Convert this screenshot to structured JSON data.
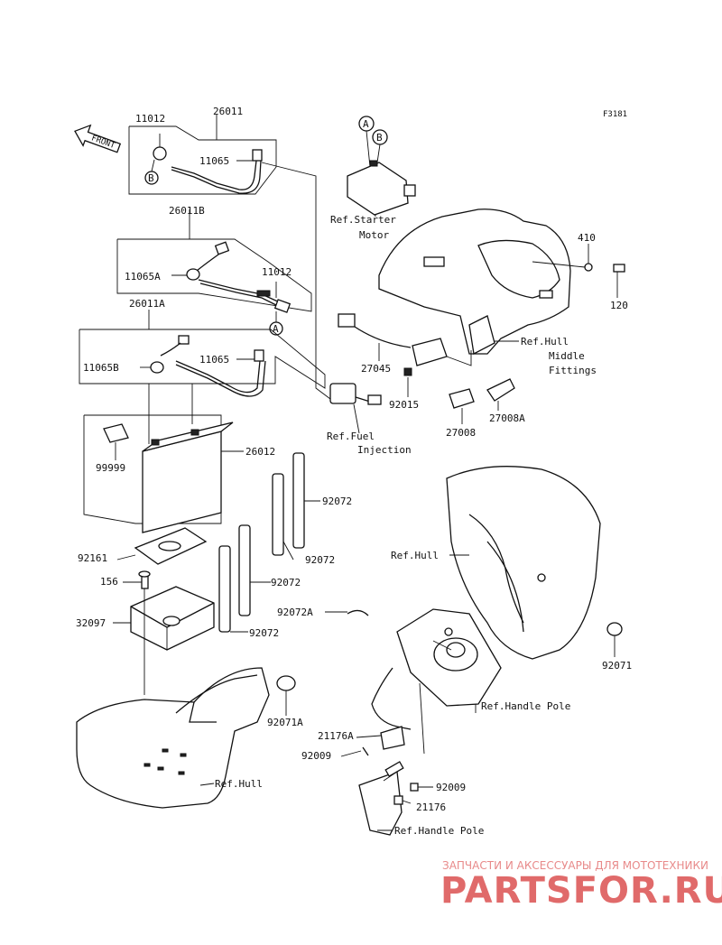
{
  "diagram_code": "F3181",
  "front_arrow": "FRONT",
  "markers": {
    "A": "A",
    "B": "B"
  },
  "parts": {
    "p11012_top": "11012",
    "p26011": "26011",
    "p11065_top": "11065",
    "p26011B": "26011B",
    "p11065A": "11065A",
    "p11012_mid": "11012",
    "p26011A": "26011A",
    "p11065B": "11065B",
    "p11065_mid": "11065",
    "p26012": "26012",
    "p99999": "99999",
    "p92072_a": "92072",
    "p92072_b": "92072",
    "p92072_c": "92072",
    "p92072_d": "92072",
    "p92072A": "92072A",
    "p92161": "92161",
    "p156": "156",
    "p32097": "32097",
    "p92071A": "92071A",
    "p410": "410",
    "p120": "120",
    "p27045": "27045",
    "p92015": "92015",
    "p27008": "27008",
    "p27008A": "27008A",
    "p92071": "92071",
    "p21176A": "21176A",
    "p92009_a": "92009",
    "p92009_b": "92009",
    "p21176": "21176"
  },
  "refs": {
    "starter_1": "Ref.Starter",
    "starter_2": "Motor",
    "hull_mid_1": "Ref.Hull",
    "hull_mid_2": "Middle",
    "hull_mid_3": "Fittings",
    "fuel_1": "Ref.Fuel",
    "fuel_2": "Injection",
    "hull_right": "Ref.Hull",
    "handle_pole_1": "Ref.Handle Pole",
    "hull_bottom": "Ref.Hull",
    "handle_pole_2": "Ref.Handle Pole"
  },
  "watermark": {
    "tagline": "ЗАПЧАСТИ И АКСЕССУАРЫ ДЛЯ МОТОТЕХНИКИ",
    "brand": "PARTSFOR.RU"
  }
}
